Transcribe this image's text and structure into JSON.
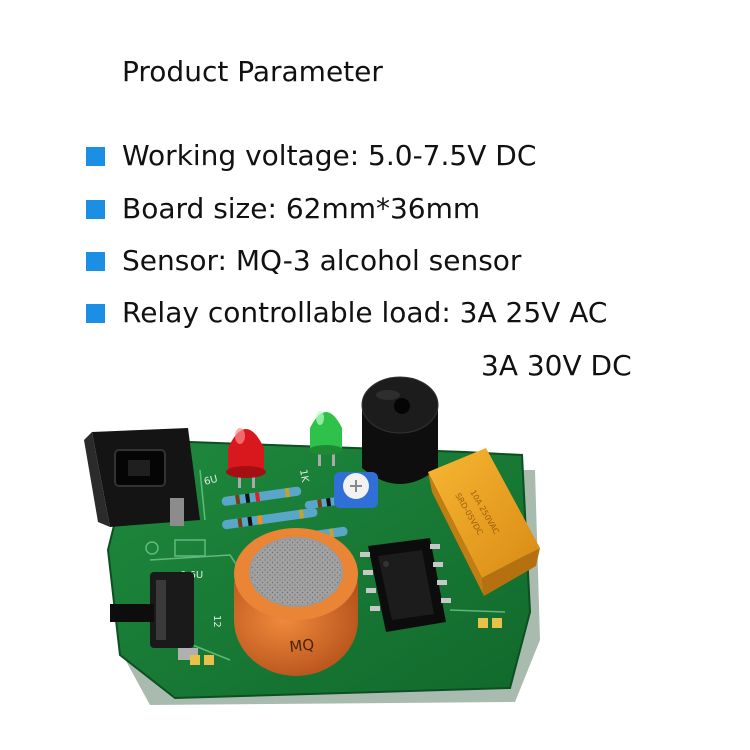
{
  "title": "Product Parameter",
  "params": [
    "Working voltage: 5.0-7.5V DC",
    "Board size: 62mm*36mm",
    "Sensor: MQ-3 alcohol sensor",
    "Relay controllable load: 3A 25V AC"
  ],
  "param_continuation": "3A 30V DC",
  "photo": {
    "sensor_marking": "MQ",
    "accent_color": "#1a8fe3"
  }
}
